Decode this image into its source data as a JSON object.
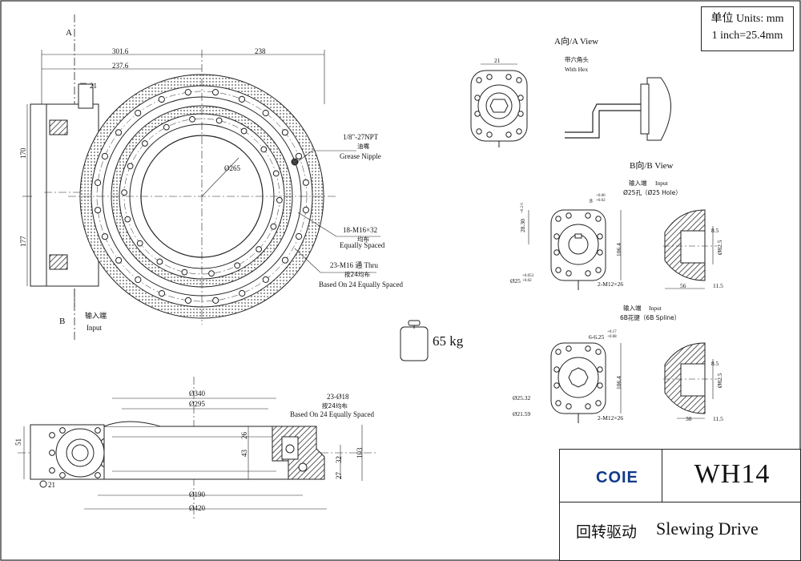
{
  "units": {
    "line1": "单位 Units: mm",
    "line2": "1 inch=25.4mm"
  },
  "title_block": {
    "brand": "COIE",
    "model": "WH14",
    "name_cn": "回转驱动",
    "name_en": "Slewing Drive",
    "brand_colors": {
      "orange": "#f08a1c",
      "blue": "#123a8a"
    }
  },
  "weight": {
    "value": "65 kg",
    "icon": "weight-icon"
  },
  "main_view": {
    "section_a": "A",
    "section_b": "B",
    "input_cn": "输入端",
    "input_en": "Input",
    "dims": {
      "d301": "301.6",
      "d237": "237.6",
      "d238": "238",
      "d21": "21",
      "d170": "170",
      "d177": "177",
      "d265": "Ø265"
    },
    "notes": {
      "npt": "1/8\"-27NPT",
      "grease_cn": "油嘴",
      "grease_en": "Grease Nipple",
      "m16_top": "18-M16×32",
      "m16_top_cn": "均布",
      "m16_top_en": "Equally Spaced",
      "m16_bot": "23-M16 通 Thru",
      "m16_bot_cn": "按24均布",
      "m16_bot_en": "Based On 24 Equally Spaced"
    }
  },
  "section_view": {
    "dims": {
      "d340": "Ø340",
      "d295": "Ø295",
      "d23": "23-Ø18",
      "d23_cn": "按24均布",
      "d23_en": "Based On 24 Equally Spaced",
      "d51": "51",
      "d21": "21",
      "d26": "26",
      "d43": "43",
      "d32": "32",
      "d27": "27",
      "d103": "103",
      "d190": "Ø190",
      "d420": "Ø420"
    }
  },
  "view_a": {
    "title": "A向/A View",
    "hex_cn": "带六角头",
    "hex_en": "With Hex",
    "d21": "21"
  },
  "view_b": {
    "title": "B向/B View",
    "input1_cn": "输入端",
    "input1_en": "Input",
    "hole": "Ø25孔（Ø25 Hole）",
    "key": "8",
    "key_tol": "+0.06\n+0.02",
    "d28": "28.30",
    "d28_tol": "+0.2 0",
    "d25": "Ø25",
    "d25_tol": "+0.053\n+0.02",
    "m12": "2-M12×26",
    "d106": "106.4",
    "d85": "8.5",
    "d825": "Ø82.5",
    "d56": "56",
    "d115": "11.5",
    "input2_cn": "输入端",
    "input2_en": "Input",
    "spline": "6B花键（6B Spline）",
    "spline_dim": "6-6.25",
    "spline_tol": "+0.17\n+0.08",
    "d2532": "Ø25.32",
    "d2159": "Ø21.59",
    "m12b": "2-M12×26",
    "d106b": "106.4",
    "d85b": "8.5",
    "d825b": "Ø82.5",
    "d38": "38",
    "d115b": "11.5"
  }
}
